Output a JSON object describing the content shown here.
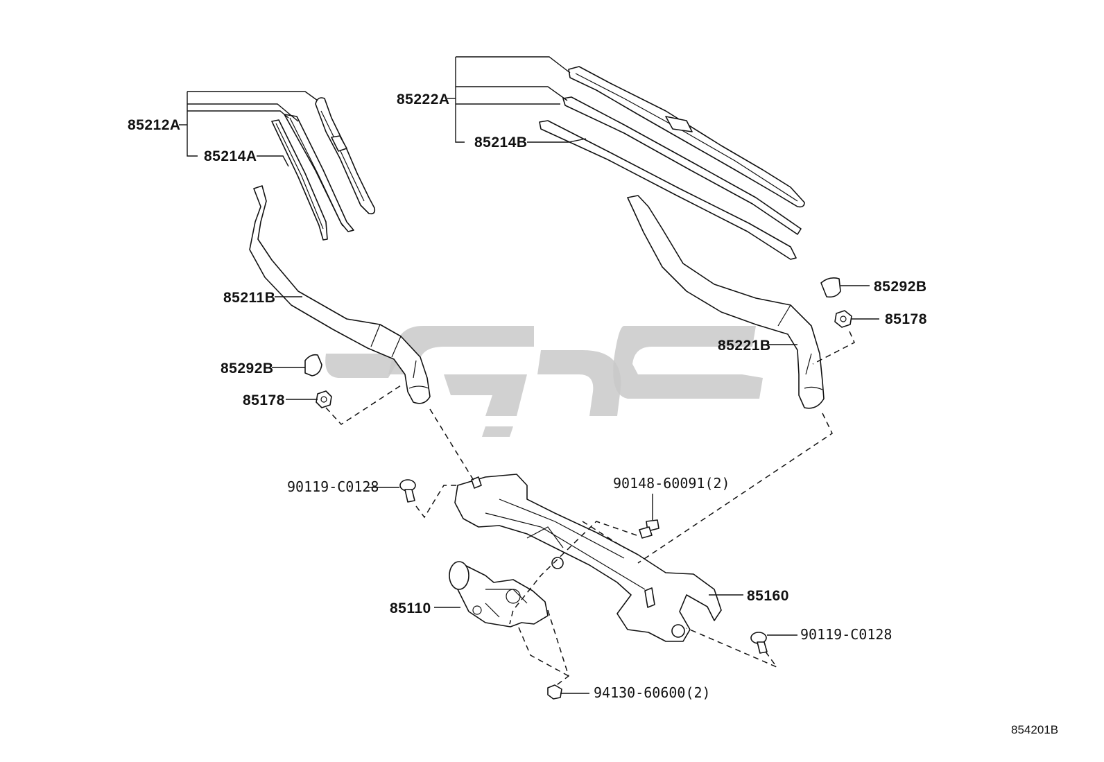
{
  "labels": {
    "blade_left": "85212A",
    "rubber_left": "85214A",
    "blade_right": "85222A",
    "rubber_right": "85214B",
    "arm_left": "85211B",
    "arm_right": "85221B",
    "cap_left": "85292B",
    "nut_left": "85178",
    "cap_right": "85292B",
    "nut_right": "85178",
    "bolt_top_left": "90119-C0128",
    "bolt_middle": "90148-60091(2)",
    "motor": "85110",
    "linkage": "85160",
    "bolt_right": "90119-C0128",
    "nut_bottom": "94130-60600(2)"
  },
  "diagram_ref": "854201B"
}
